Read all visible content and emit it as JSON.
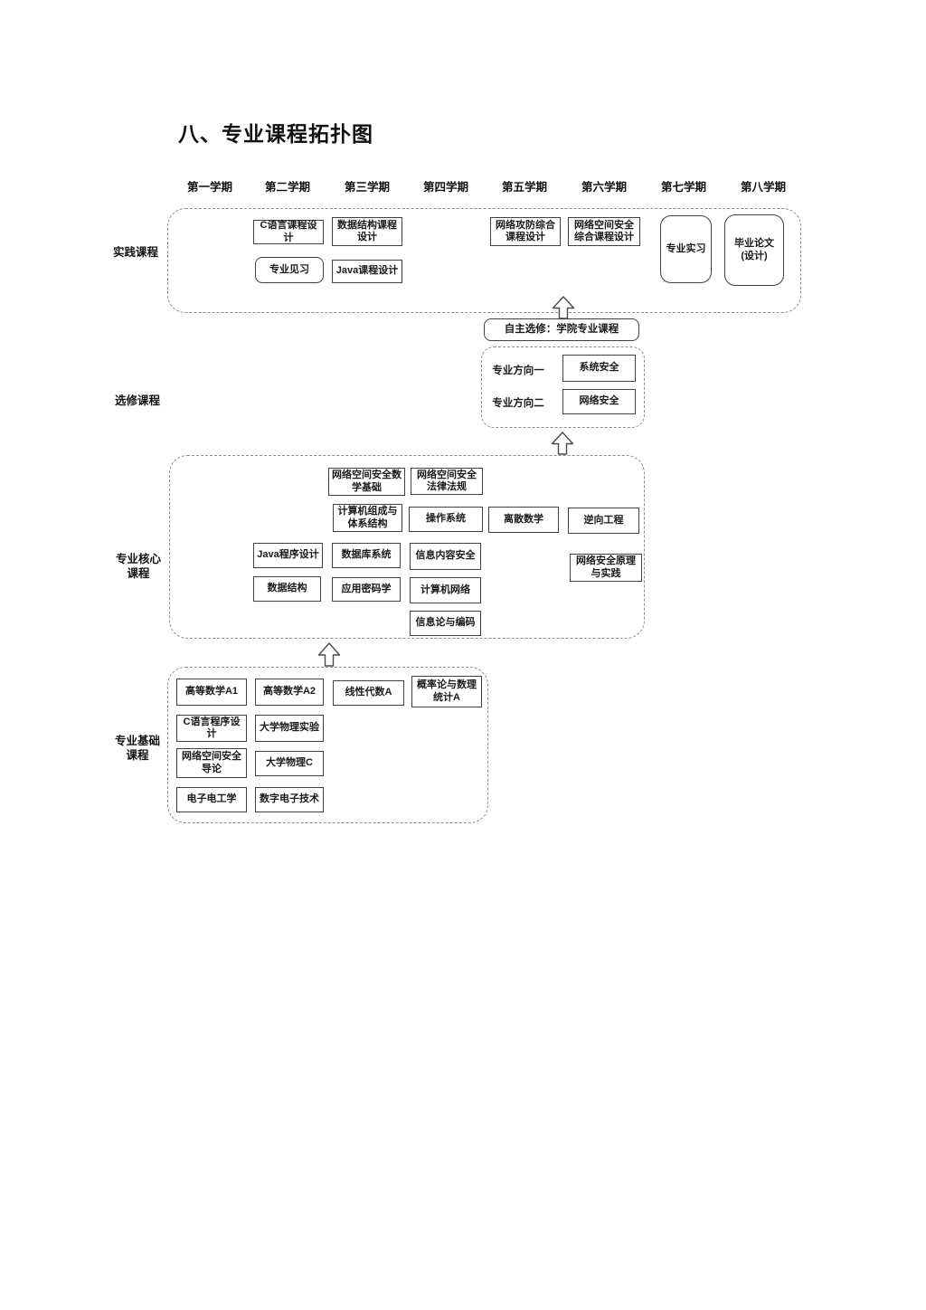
{
  "title": "八、专业课程拓扑图",
  "semesters": [
    {
      "label": "第一学期"
    },
    {
      "label": "第二学期"
    },
    {
      "label": "第三学期"
    },
    {
      "label": "第四学期"
    },
    {
      "label": "第五学期"
    },
    {
      "label": "第六学期"
    },
    {
      "label": "第七学期"
    },
    {
      "label": "第八学期"
    }
  ],
  "sections": {
    "practical": {
      "label": "实践课程",
      "courses": [
        {
          "label": "C语言课程设计"
        },
        {
          "label": "数据结构课程设计"
        },
        {
          "label": "专业见习"
        },
        {
          "label": "Java课程设计"
        },
        {
          "label": "网络攻防综合课程设计"
        },
        {
          "label": "网络空间安全综合课程设计"
        },
        {
          "label": "专业实习"
        },
        {
          "label": "毕业论文(设计)"
        }
      ]
    },
    "elective": {
      "label": "选修课程",
      "self_elective_label": "自主选修：学院专业课程",
      "directions": [
        {
          "label": "专业方向一",
          "course": "系统安全"
        },
        {
          "label": "专业方向二",
          "course": "网络安全"
        }
      ]
    },
    "core": {
      "label": "专业核心\n课程",
      "courses": [
        {
          "label": "Java程序设计"
        },
        {
          "label": "数据结构"
        },
        {
          "label": "网络空间安全数学基础"
        },
        {
          "label": "计算机组成与体系结构"
        },
        {
          "label": "数据库系统"
        },
        {
          "label": "应用密码学"
        },
        {
          "label": "网络空间安全法律法规"
        },
        {
          "label": "操作系统"
        },
        {
          "label": "信息内容安全"
        },
        {
          "label": "计算机网络"
        },
        {
          "label": "信息论与编码"
        },
        {
          "label": "离散数学"
        },
        {
          "label": "逆向工程"
        },
        {
          "label": "网络安全原理与实践"
        }
      ]
    },
    "basic": {
      "label": "专业基础\n课程",
      "courses": [
        {
          "label": "高等数学A1"
        },
        {
          "label": "C语言程序设计"
        },
        {
          "label": "网络空间安全导论"
        },
        {
          "label": "电子电工学"
        },
        {
          "label": "高等数学A2"
        },
        {
          "label": "大学物理实验"
        },
        {
          "label": "大学物理C"
        },
        {
          "label": "数字电子技术"
        },
        {
          "label": "线性代数A"
        },
        {
          "label": "概率论与数理统计A"
        }
      ]
    }
  },
  "colors": {
    "background": "#ffffff",
    "text": "#1a1a1a",
    "box_border": "#404040",
    "dashed_border": "#8c8c8c"
  }
}
